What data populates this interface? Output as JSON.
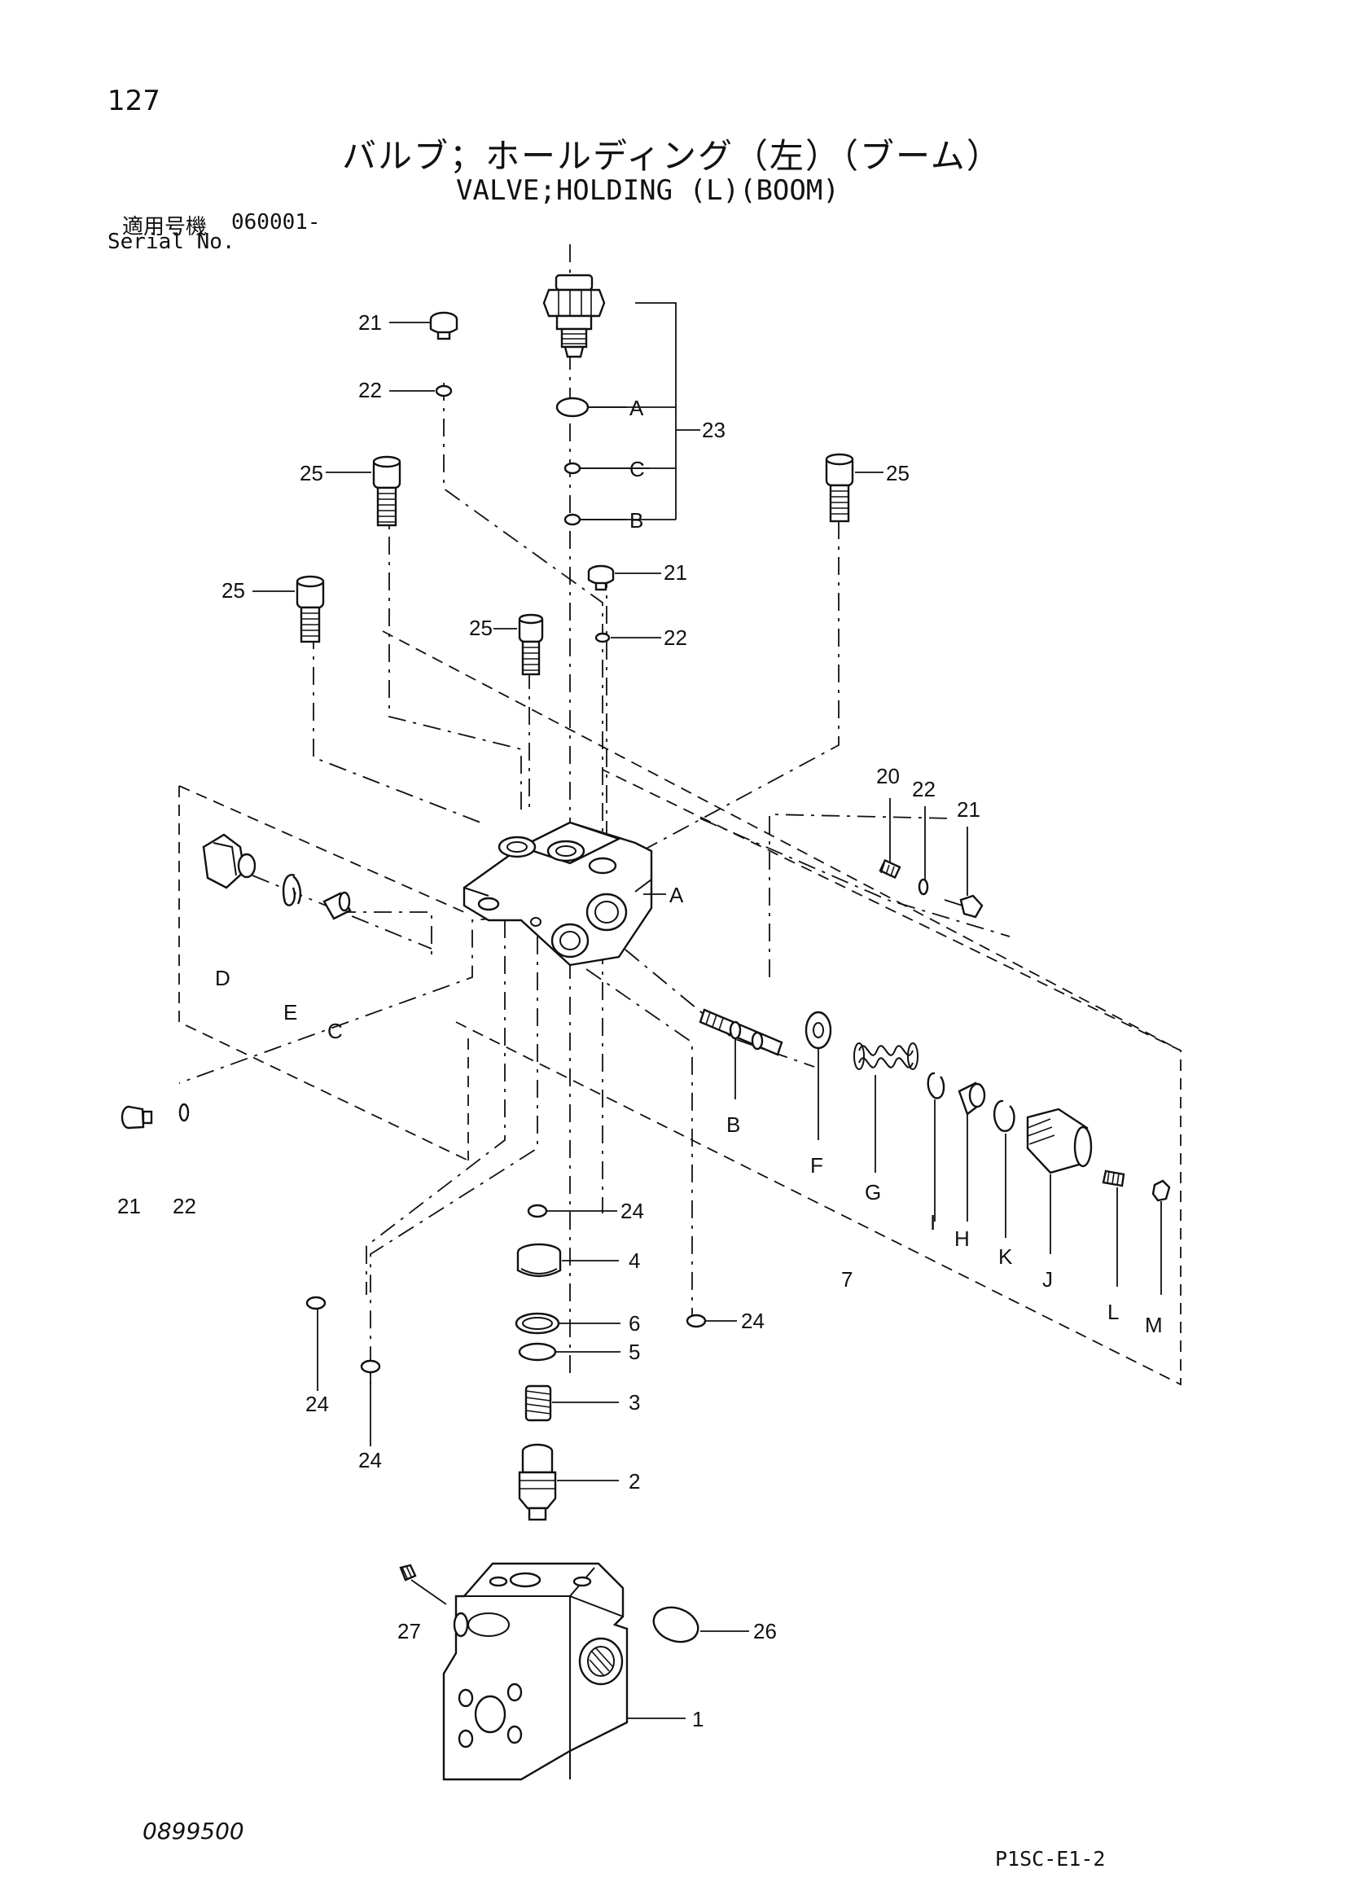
{
  "header": {
    "page_number": "127",
    "title_jp": "バルブ；ホールディング（左）（ブーム）",
    "title_en": "VALVE;HOLDING (L)(BOOM)",
    "serial_label_jp": "適用号機",
    "serial_value": "060001-",
    "serial_label_en": "Serial No."
  },
  "diagram": {
    "callouts": [
      "1",
      "2",
      "3",
      "4",
      "5",
      "6",
      "7",
      "20",
      "21",
      "22",
      "23",
      "24",
      "25",
      "26",
      "27",
      "A",
      "B",
      "C",
      "D",
      "E",
      "F",
      "G",
      "H",
      "I",
      "J",
      "K",
      "L",
      "M"
    ],
    "labels": {
      "c1": "1",
      "c2": "2",
      "c3": "3",
      "c4": "4",
      "c5": "5",
      "c6": "6",
      "c7": "7",
      "c20": "20",
      "c21": "21",
      "c22": "22",
      "c23": "23",
      "c24": "24",
      "c25": "25",
      "c26": "26",
      "c27": "27",
      "cA": "A",
      "cB": "B",
      "cC": "C",
      "cD": "D",
      "cE": "E",
      "cF": "F",
      "cG": "G",
      "cH": "H",
      "cI": "I",
      "cJ": "J",
      "cK": "K",
      "cL": "L",
      "cM": "M"
    }
  },
  "footer": {
    "drawing_number": "0899500",
    "catalog_code": "P1SC-E1-2"
  }
}
